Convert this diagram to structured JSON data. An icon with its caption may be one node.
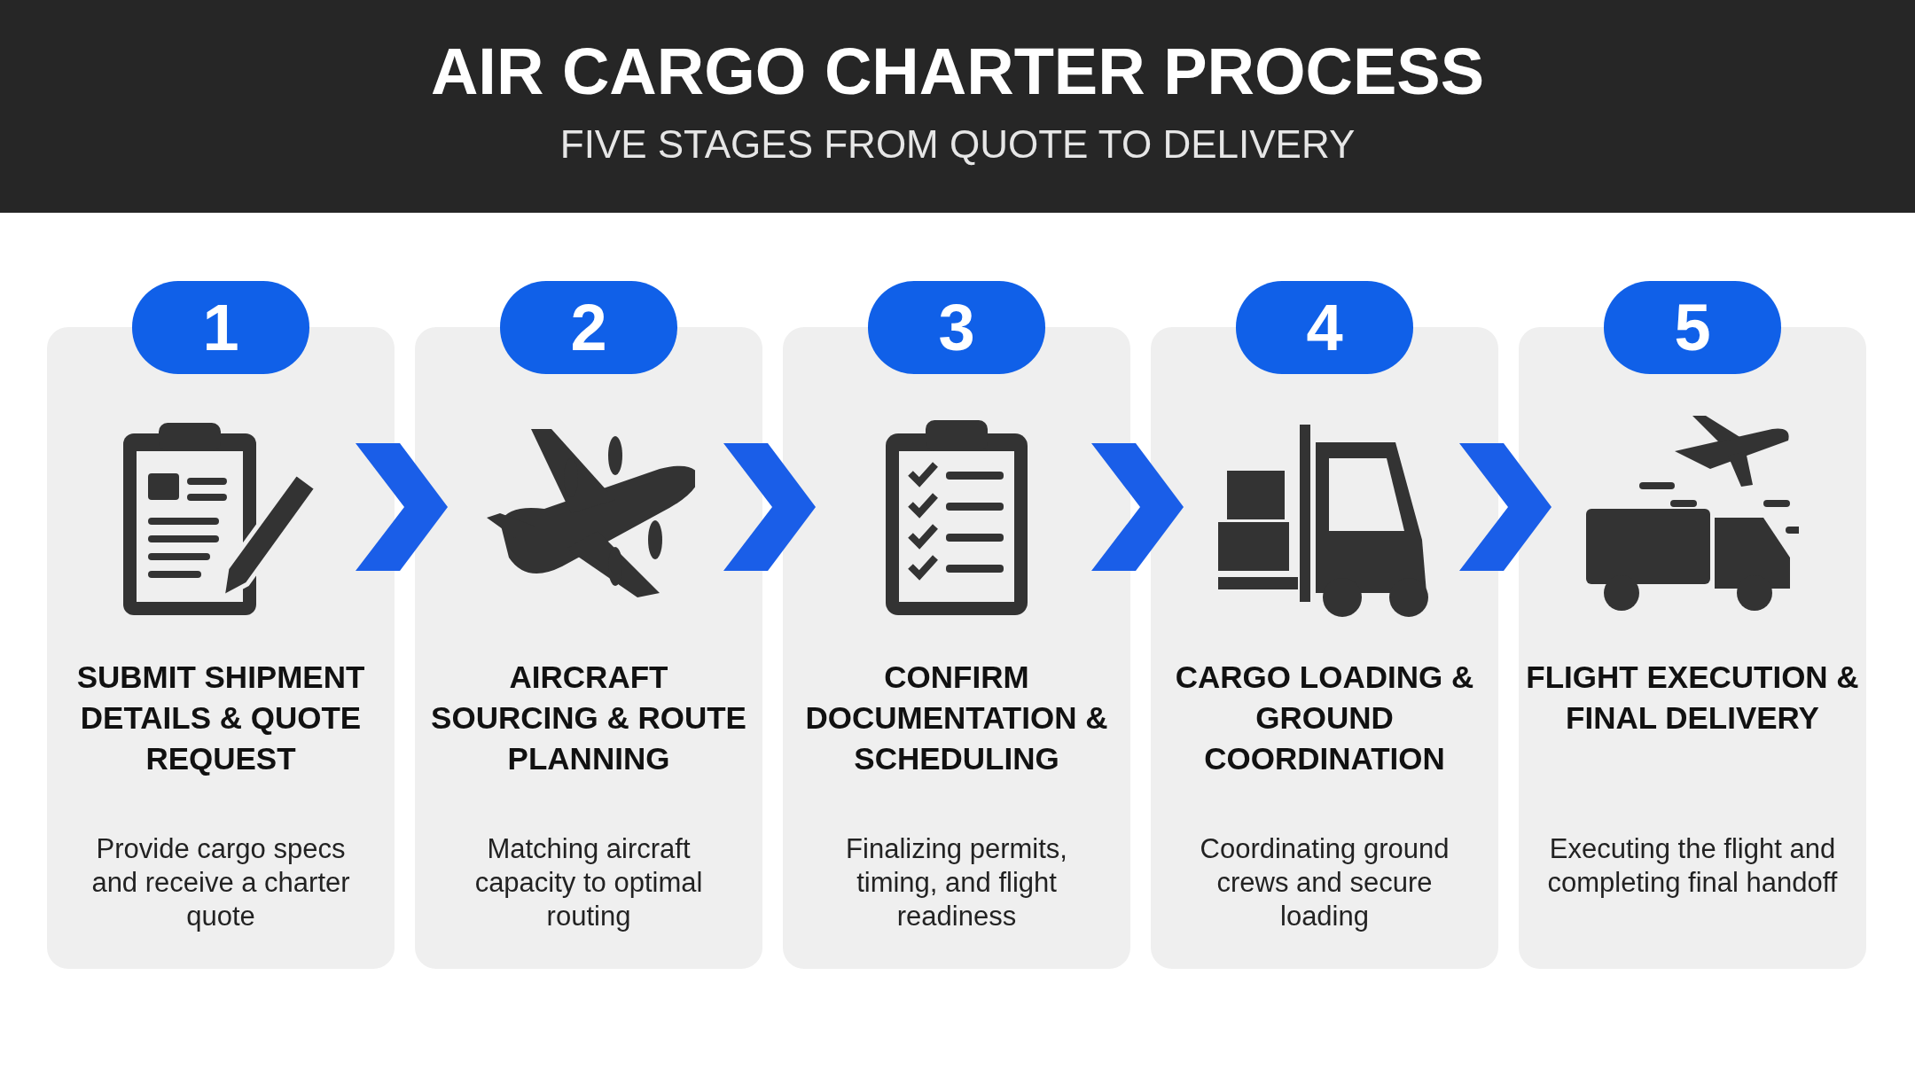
{
  "diagram": {
    "title": "AIR CARGO CHARTER PROCESS",
    "caption": "FIVE STAGES FROM QUOTE TO DELIVERY",
    "nodes": [
      {
        "text": [
          "1"
        ]
      },
      {
        "text": [
          "SUBMIT SHIPMENT DETAILS & QUOTE REQUEST",
          "Provide cargo specs and receive a charter quote"
        ]
      },
      {
        "text": [
          "2"
        ]
      },
      {
        "text": [
          "AIRCRAFT SOURCING & ROUTE PLANNING",
          "Matching aircraft capacity to optimal routing"
        ]
      },
      {
        "text": [
          "3"
        ]
      },
      {
        "text": [
          "CONFIRM DOCUMENTATION & SCHEDULING",
          "Finalizing permits, timing, and flight readiness"
        ]
      },
      {
        "text": [
          "4"
        ]
      },
      {
        "text": [
          "CARGO LOADING & GROUND COORDINATION",
          "Coordinating ground crews and secure loading"
        ]
      },
      {
        "text": [
          "5"
        ]
      },
      {
        "text": [
          "FLIGHT EXECUTION & FINAL DELIVERY",
          "Executing the flight and completing final handoff"
        ]
      }
    ],
    "edges": [
      {
        "from": 1,
        "to": 3,
        "arrow": "to"
      },
      {
        "from": 3,
        "to": 5,
        "arrow": "to"
      },
      {
        "from": 5,
        "to": 7,
        "arrow": "to"
      },
      {
        "from": 7,
        "to": 9,
        "arrow": "to"
      }
    ]
  }
}
